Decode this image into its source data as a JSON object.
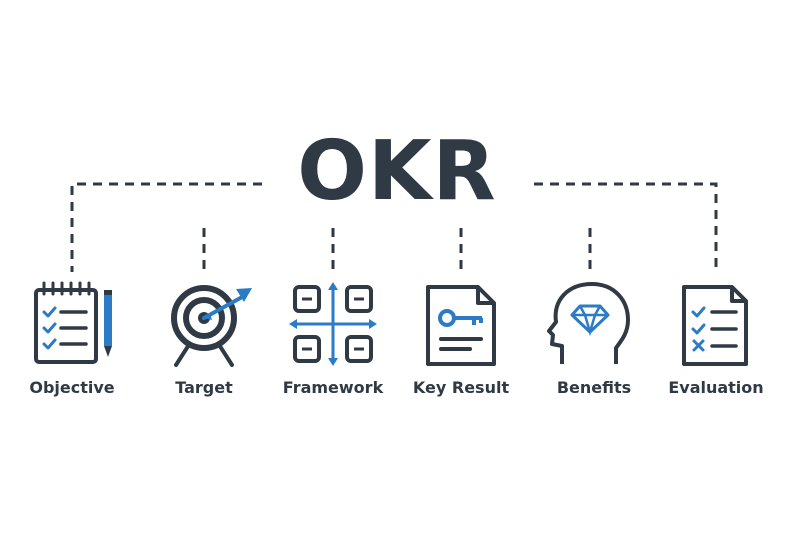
{
  "title": "OKR",
  "colors": {
    "dark": "#2f3a45",
    "accent": "#2b7bc6"
  },
  "items": [
    {
      "label": "Objective",
      "icon": "checklist-notepad-pencil-icon"
    },
    {
      "label": "Target",
      "icon": "target-arrow-icon"
    },
    {
      "label": "Framework",
      "icon": "framework-grid-icon"
    },
    {
      "label": "Key Result",
      "icon": "key-document-icon"
    },
    {
      "label": "Benefits",
      "icon": "head-diamond-icon"
    },
    {
      "label": "Evaluation",
      "icon": "evaluation-checklist-icon"
    }
  ]
}
